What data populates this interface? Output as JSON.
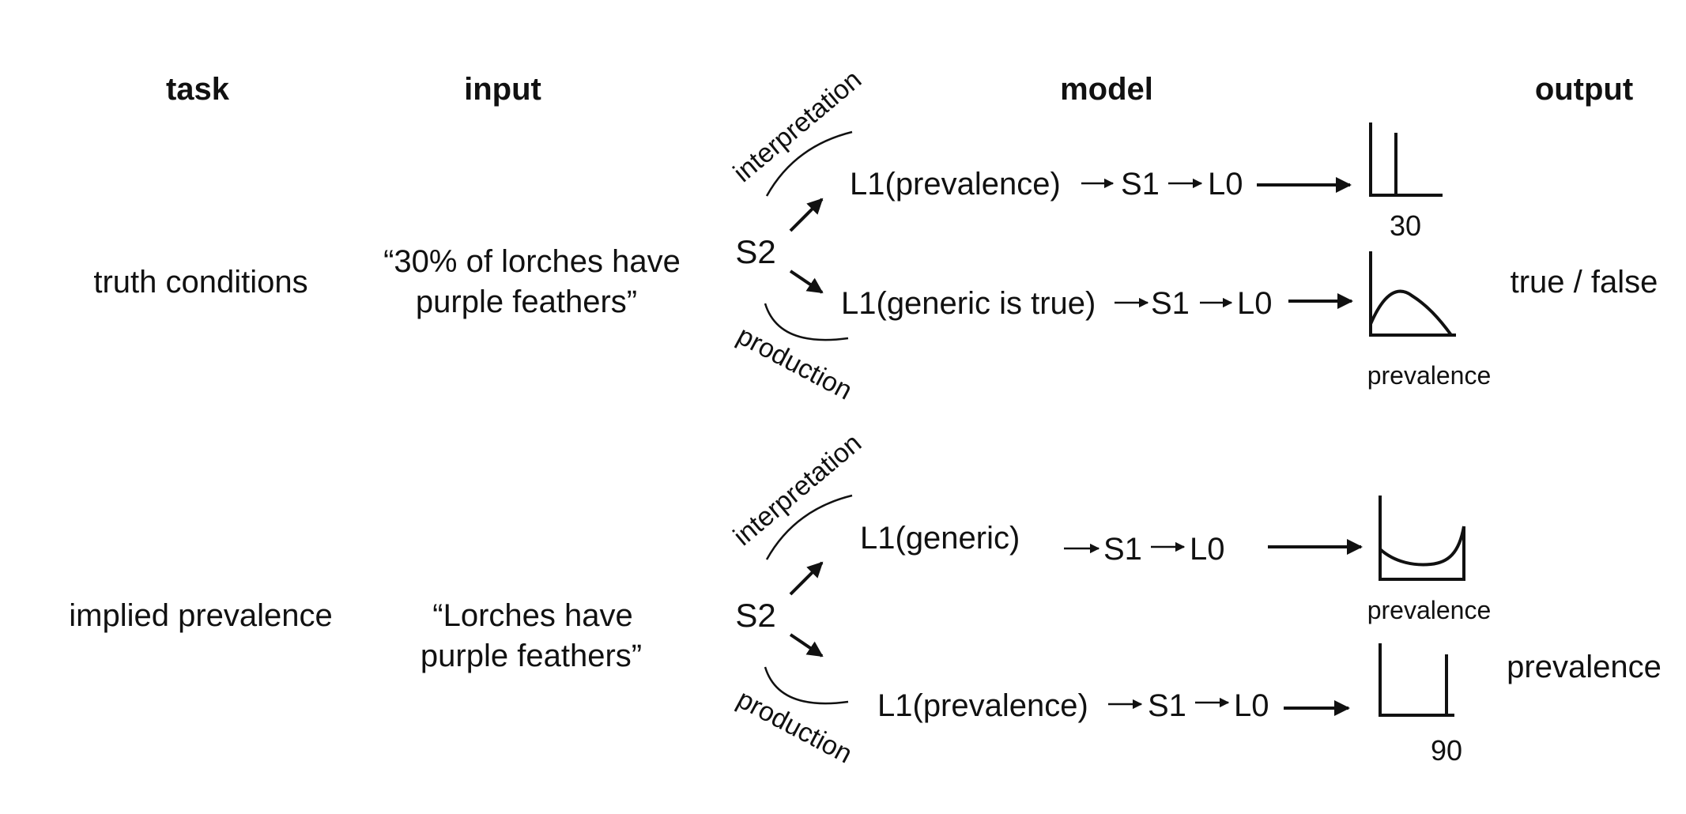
{
  "headers": {
    "task": "task",
    "input": "input",
    "model": "model",
    "output": "output"
  },
  "rows": [
    {
      "task": "truth conditions",
      "input_line1": "“30% of lorches have",
      "input_line2": "purple feathers”",
      "speaker": "S2",
      "arc_top": "interpretation",
      "arc_bottom": "production",
      "branch_top": {
        "l1": "L1(prevalence)",
        "s1": "S1",
        "l0": "L0",
        "plot": "spike",
        "plot_label": "30"
      },
      "branch_bottom": {
        "l1": "L1(generic is true)",
        "s1": "S1",
        "l0": "L0",
        "plot": "hump",
        "plot_label": "prevalence"
      },
      "output": "true / false"
    },
    {
      "task": "implied prevalence",
      "input_line1": "“Lorches have",
      "input_line2": "purple feathers”",
      "speaker": "S2",
      "arc_top": "interpretation",
      "arc_bottom": "production",
      "branch_top": {
        "l1": "L1(generic)",
        "s1": "S1",
        "l0": "L0",
        "plot": "u-shape",
        "plot_label": "prevalence"
      },
      "branch_bottom": {
        "l1": "L1(prevalence)",
        "s1": "S1",
        "l0": "L0",
        "plot": "spike",
        "plot_label": "90"
      },
      "output": "prevalence"
    }
  ]
}
